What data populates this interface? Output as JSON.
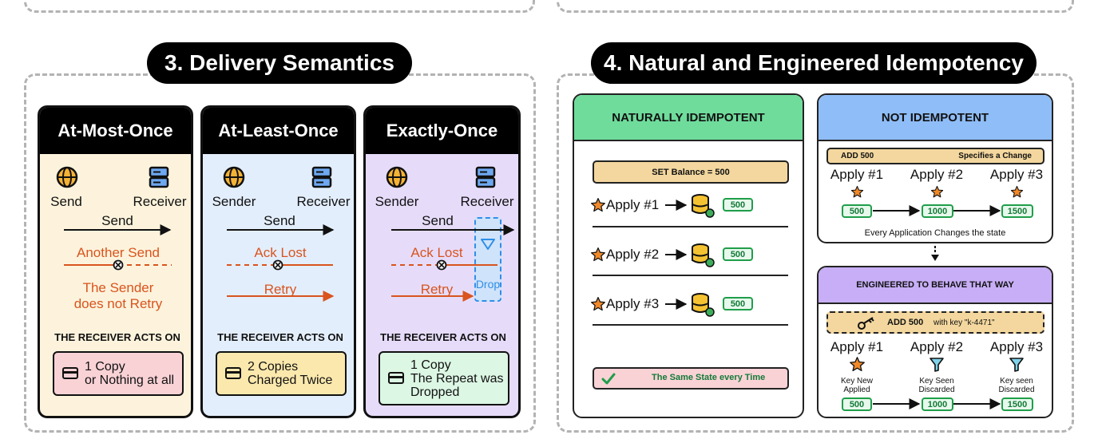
{
  "section3": {
    "title": "3. Delivery Semantics",
    "cards": [
      {
        "title": "At-Most-Once",
        "bg": "#fdf3dc",
        "sender_label": "Send",
        "receiver_label": "Receiver",
        "send_label": "Send",
        "second_label": "Another Send",
        "note_line1": "The Sender",
        "note_line2": "does not Retry",
        "acts_label": "THE RECEIVER ACTS ON",
        "result_line1": "1 Copy",
        "result_line2": "or Nothing at all",
        "result_bg": "#f9d2d6"
      },
      {
        "title": "At-Least-Once",
        "bg": "#e3eefc",
        "sender_label": "Sender",
        "receiver_label": "Receiver",
        "send_label": "Send",
        "second_label": "Ack Lost",
        "third_label": "Retry",
        "acts_label": "THE RECEIVER ACTS ON",
        "result_line1": "2 Copies",
        "result_line2": "Charged Twice",
        "result_bg": "#fbe8ad"
      },
      {
        "title": "Exactly-Once",
        "bg": "#e6dcfa",
        "sender_label": "Sender",
        "receiver_label": "Receiver",
        "send_label": "Send",
        "second_label": "Ack Lost",
        "third_label": "Retry",
        "drop_label": "Drop",
        "acts_label": "THE RECEIVER ACTS ON",
        "result_line1": "1 Copy",
        "result_line2": "The Repeat was",
        "result_line3": "Dropped",
        "result_bg": "#dcf7e4"
      }
    ]
  },
  "section4": {
    "title": "4. Natural and Engineered Idempotency",
    "natural": {
      "header": "NATURALLY IDEMPOTENT",
      "header_bg": "#6fdc9c",
      "set_label": "SET Balance = 500",
      "applies": [
        {
          "label": "Apply #1",
          "value": "500"
        },
        {
          "label": "Apply #2",
          "value": "500"
        },
        {
          "label": "Apply #3",
          "value": "500"
        }
      ],
      "footer": "The Same State every Time",
      "footer_bg": "#f9d2d6"
    },
    "not_idempotent": {
      "header": "NOT IDEMPOTENT",
      "header_bg": "#8fbdf7",
      "tag_left": "ADD 500",
      "tag_right": "Specifies a Change",
      "applies": [
        "Apply #1",
        "Apply #2",
        "Apply #3"
      ],
      "values": [
        "500",
        "1000",
        "1500"
      ],
      "caption": "Every Application Changes the state"
    },
    "engineered": {
      "header": "ENGINEERED TO BEHAVE THAT WAY",
      "header_bg": "#c7aef6",
      "tag_main": "ADD 500",
      "tag_key": "with key \"k-4471\"",
      "applies": [
        "Apply #1",
        "Apply #2",
        "Apply #3"
      ],
      "notes": [
        {
          "line1": "Key New",
          "line2": "Applied"
        },
        {
          "line1": "Key Seen",
          "line2": "Discarded"
        },
        {
          "line1": "Key seen",
          "line2": "Discarded"
        }
      ],
      "values": [
        "500",
        "1000",
        "1500"
      ]
    }
  },
  "colors": {
    "accent_orange": "#d9541e",
    "drop_blue": "#2f8fe8",
    "value_green": "#1f9e4a",
    "star_orange": "#f0892a"
  }
}
